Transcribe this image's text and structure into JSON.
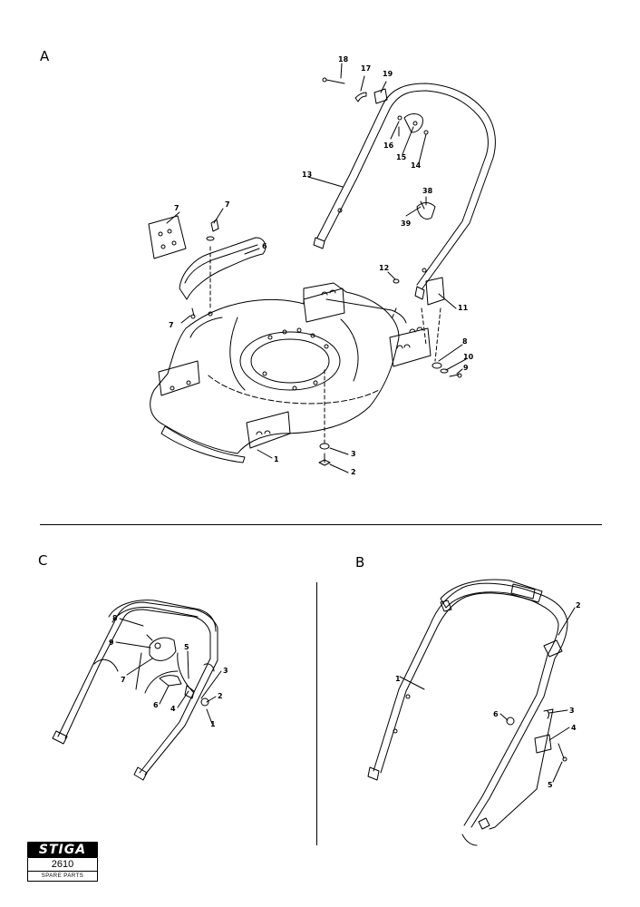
{
  "sections": {
    "a": "A",
    "b": "B",
    "c": "C"
  },
  "callouts_a": [
    "18",
    "17",
    "19",
    "16",
    "15",
    "14",
    "13",
    "38",
    "39",
    "7",
    "7",
    "6",
    "12",
    "11",
    "7",
    "8",
    "10",
    "9",
    "3",
    "2",
    "1"
  ],
  "callouts_c": [
    "8",
    "9",
    "7",
    "5",
    "3",
    "2",
    "1",
    "6",
    "4"
  ],
  "callouts_b": [
    "2",
    "1",
    "3",
    "6",
    "4",
    "5"
  ],
  "logo": {
    "brand": "STIGA",
    "model": "2610",
    "subtitle": "SPARE PARTS"
  }
}
